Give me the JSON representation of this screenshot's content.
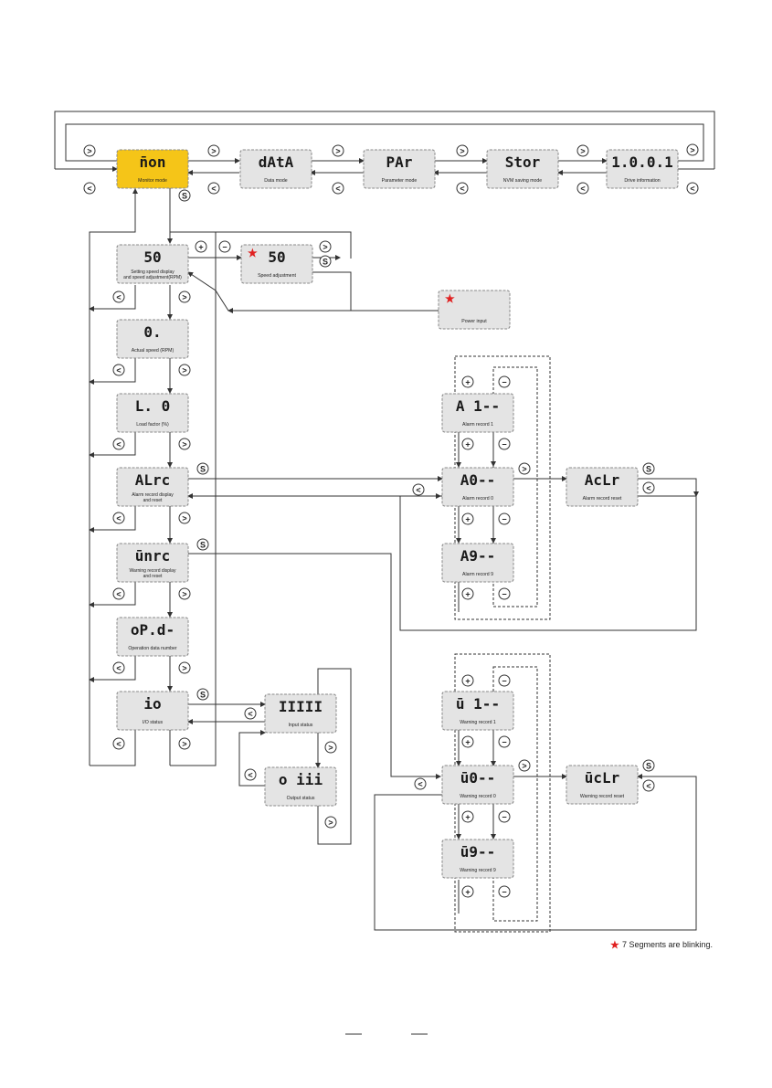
{
  "boxes": {
    "mon": {
      "display": "n̄on",
      "caption": "Monitor mode",
      "highlight": true
    },
    "data": {
      "display": "dAtA",
      "caption": "Data mode"
    },
    "par": {
      "display": "PAr",
      "caption": "Parameter mode"
    },
    "stor": {
      "display": "Stor",
      "caption": "NVM saving mode"
    },
    "drive": {
      "display": "1.0.0.1",
      "caption": "Drive information"
    },
    "set_speed": {
      "display": "50",
      "caption_1": "Setting speed display",
      "caption_2": "and speed adjustment(RPM)"
    },
    "speed_adj": {
      "display": "50",
      "caption": "Speed adjustment",
      "blinking": true
    },
    "power": {
      "display": "",
      "caption": "Power input",
      "blinking": true
    },
    "actual": {
      "display": "0.",
      "caption": "Actual speed (RPM)"
    },
    "load": {
      "display": "L.   0",
      "caption": "Load factor (%)"
    },
    "alrc": {
      "display": "ALrc",
      "caption_1": "Alarm record display",
      "caption_2": "and reset"
    },
    "wnrc": {
      "display": "ūnrc",
      "caption_1": "Warning record display",
      "caption_2": "and reset"
    },
    "opd": {
      "display": "oP.d-",
      "caption": "Operation data number"
    },
    "io": {
      "display": "io",
      "caption": "I/O status"
    },
    "input": {
      "display": "IIIII",
      "caption": "Input status"
    },
    "output": {
      "display": "o  iii",
      "caption": "Output status"
    },
    "a1": {
      "display": "A 1--",
      "caption": "Alarm record 1"
    },
    "a0": {
      "display": "A0--",
      "caption": "Alarm record 0"
    },
    "a9": {
      "display": "A9--",
      "caption": "Alarm record 9"
    },
    "aclr": {
      "display": "AcLr",
      "caption": "Alarm record reset"
    },
    "w1": {
      "display": "ū 1--",
      "caption": "Warning record 1"
    },
    "w0": {
      "display": "ū0--",
      "caption": "Warning record 0"
    },
    "w9": {
      "display": "ū9--",
      "caption": "Warning record 9"
    },
    "wclr": {
      "display": "ūcLr",
      "caption": "Warning record reset"
    }
  },
  "glyphs": {
    "right": ">",
    "left": "<",
    "set": "S",
    "plus": "+",
    "minus": "−"
  },
  "footnote": {
    "star": "★",
    "text": "7 Segments are blinking."
  },
  "colors": {
    "highlight": "#f5c518",
    "box_fill": "#e4e4e4",
    "box_border": "#8a8a8a",
    "star": "#e02020",
    "line": "#333333"
  }
}
